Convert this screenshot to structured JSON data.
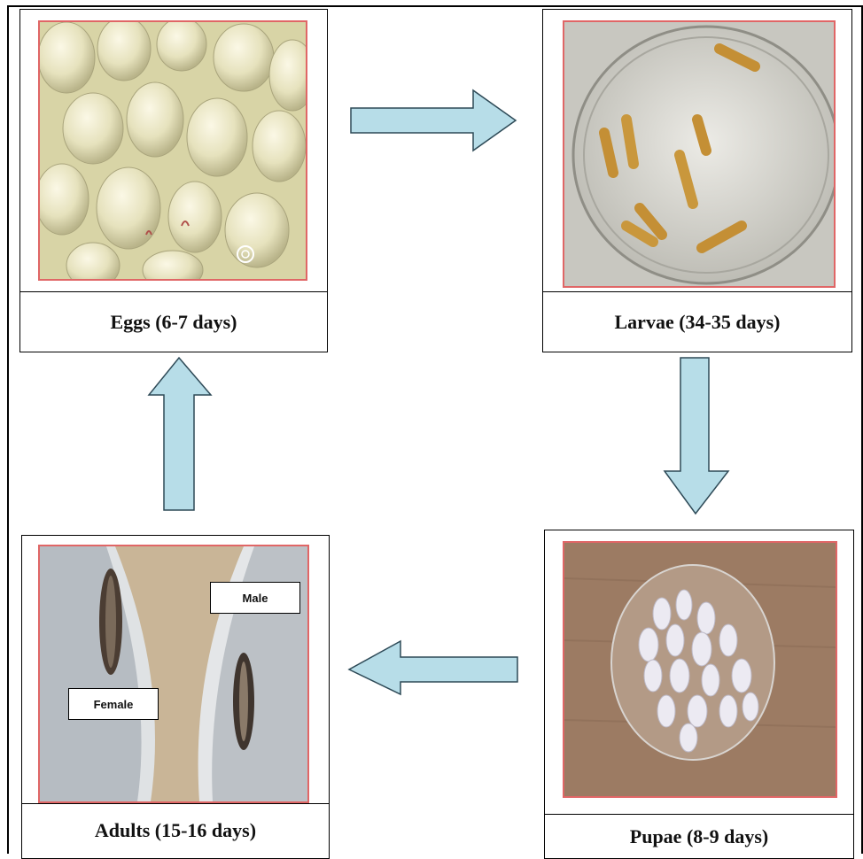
{
  "stages": {
    "eggs": {
      "caption": "Eggs (6-7 days)"
    },
    "larvae": {
      "caption": "Larvae (34-35 days)"
    },
    "pupae": {
      "caption": "Pupae (8-9 days)"
    },
    "adults": {
      "caption": "Adults (15-16 days)",
      "labels": {
        "male": "Male",
        "female": "Female"
      }
    }
  },
  "colors": {
    "arrow_fill": "#b7dde8",
    "arrow_stroke": "#2e4a57",
    "photo_border": "#e06666"
  },
  "icons": {
    "arrows": [
      "arrow-right-icon",
      "arrow-down-icon",
      "arrow-left-icon",
      "arrow-up-icon"
    ]
  }
}
